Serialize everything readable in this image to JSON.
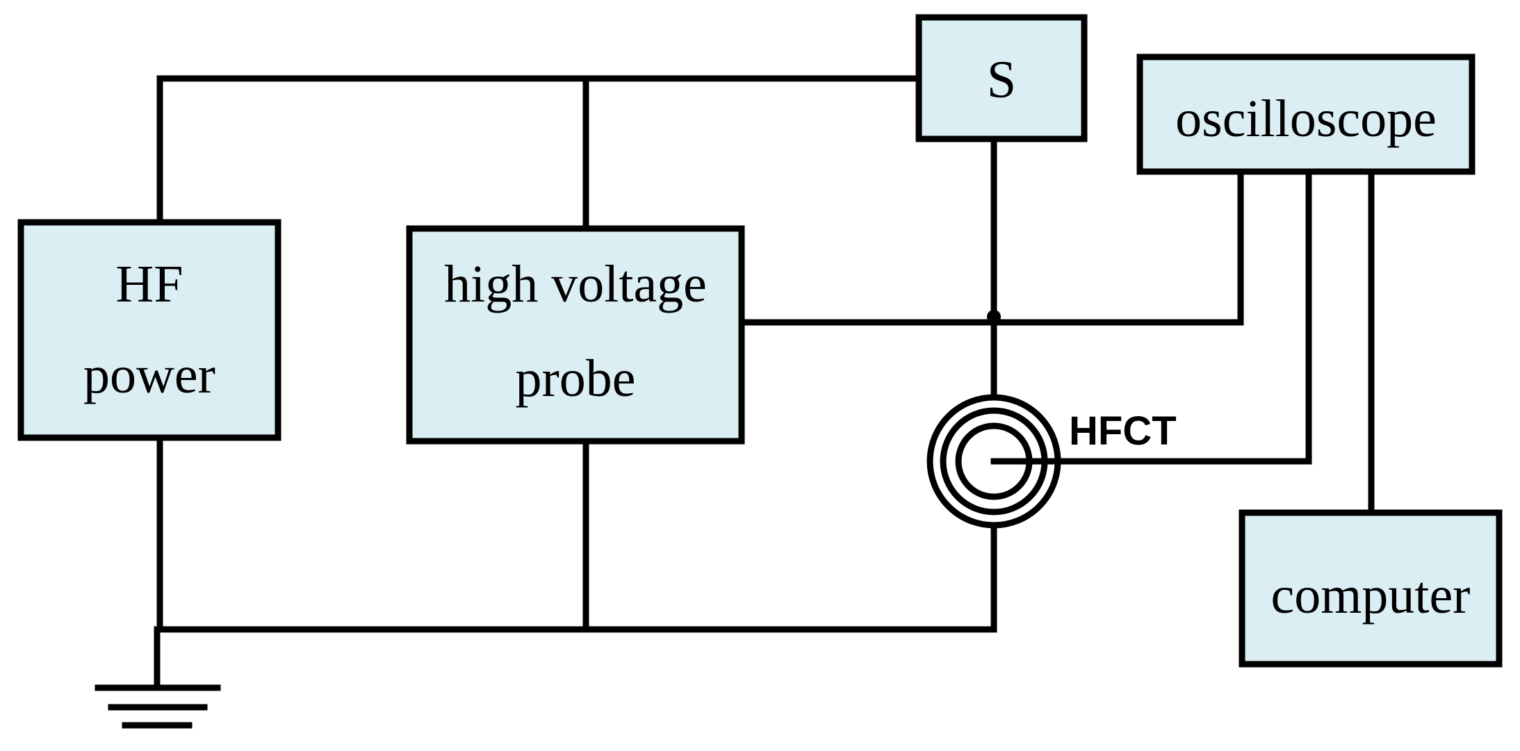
{
  "blocks": {
    "hf_power": {
      "line1": "HF",
      "line2": "power"
    },
    "probe": {
      "line1": "high voltage",
      "line2": "probe"
    },
    "switch": {
      "label": "S"
    },
    "oscilloscope": {
      "label": "oscilloscope"
    },
    "computer": {
      "label": "computer"
    }
  },
  "sensor": {
    "label": "HFCT"
  },
  "colors": {
    "box_fill": "#dbeef4",
    "line": "#000000",
    "background": "#ffffff"
  },
  "icons": [
    "ground-icon",
    "hfct-sensor-icon",
    "junction-dot"
  ]
}
